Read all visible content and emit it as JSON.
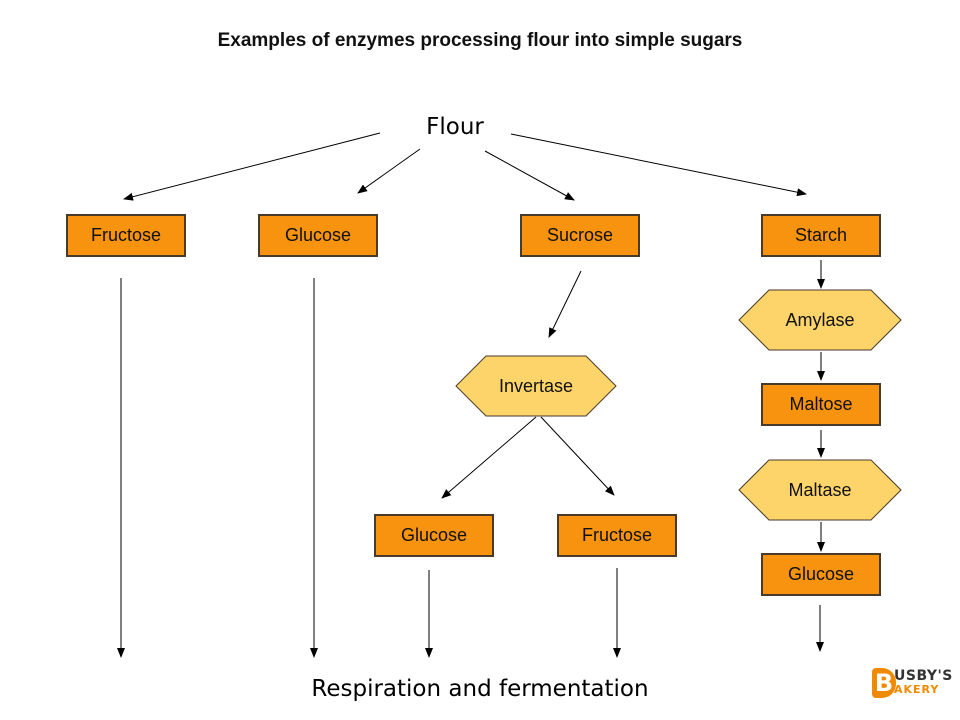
{
  "title": "Examples of enzymes processing flour into simple sugars",
  "root": "Flour",
  "bottom": "Respiration and fermentation",
  "nodes": {
    "fructose_top": "Fructose",
    "glucose_top": "Glucose",
    "sucrose": "Sucrose",
    "starch": "Starch",
    "amylase": "Amylase",
    "invertase": "Invertase",
    "maltose": "Maltose",
    "maltase": "Maltase",
    "glucose_invert": "Glucose",
    "fructose_invert": "Fructose",
    "glucose_maltase": "Glucose"
  },
  "logo": {
    "mark": "B",
    "line1": "USBY'S",
    "line2": "AKERY"
  },
  "colors": {
    "sugar_box": "#f7930f",
    "enzyme_hex": "#fdd46a",
    "border": "#4a3a2a",
    "arrow": "#000000"
  }
}
